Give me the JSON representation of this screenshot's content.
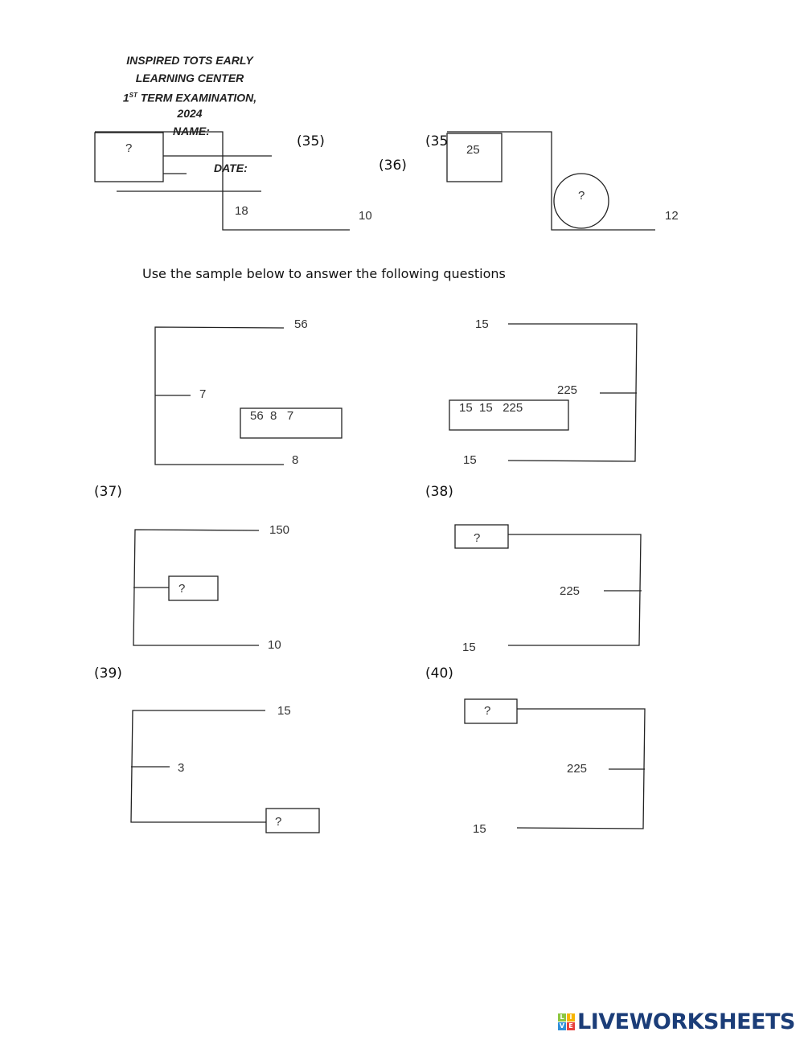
{
  "header": {
    "line1": "INSPIRED TOTS EARLY",
    "line2": "LEARNING CENTER",
    "line3_num": "1",
    "line3_sup": "ST",
    "line3_rest": " TERM EXAMINATION,",
    "line4": "2024",
    "name_label": "NAME:",
    "date_label": "DATE:"
  },
  "q35": {
    "number": "(35)",
    "box": "?",
    "top_value": "18",
    "bottom_value": "10"
  },
  "q36": {
    "number": "(36)",
    "number_clipped": "(35",
    "box": "25",
    "circle": "?",
    "value": "12"
  },
  "instruction": "Use the sample below to answer the following questions",
  "sample_left": {
    "top": "56",
    "middle": "7",
    "bottom": "8",
    "box": "56  8   7"
  },
  "sample_right": {
    "top": "15",
    "middle": "225",
    "bottom": "15",
    "box": "15  15   225"
  },
  "q37": {
    "number": "(37)",
    "top": "150",
    "box": "?",
    "bottom": "10"
  },
  "q38": {
    "number": "(38)",
    "box": "?",
    "middle": "225",
    "bottom": "15"
  },
  "q39": {
    "number": "(39)",
    "top": "15",
    "middle": "3",
    "box": "?"
  },
  "q40": {
    "number": "(40)",
    "box": "?",
    "middle": "225",
    "bottom": "15"
  },
  "logo": {
    "tiles": [
      "L",
      "I",
      "V",
      "E"
    ],
    "word": "LIVEWORKSHEETS",
    "tile_colors": [
      "#8cc63f",
      "#f7b500",
      "#2f8fd8",
      "#e8403a"
    ]
  }
}
